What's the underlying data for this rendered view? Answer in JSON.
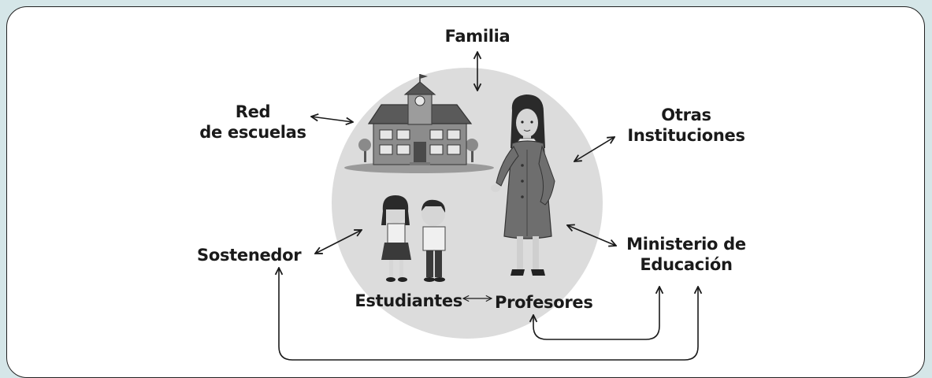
{
  "labels": {
    "familia": "Familia",
    "red_line1": "Red",
    "red_line2": "de escuelas",
    "otras_line1": "Otras",
    "otras_line2": "Instituciones",
    "sostenedor": "Sostenedor",
    "ministerio_line1": "Ministerio de",
    "ministerio_line2": "Educación",
    "estudiantes": "Estudiantes",
    "profesores": "Profesores"
  },
  "colors": {
    "background": "#d5e6e8",
    "panel": "#ffffff",
    "circle": "#dcdcdc",
    "ink": "#1a1a1a"
  }
}
